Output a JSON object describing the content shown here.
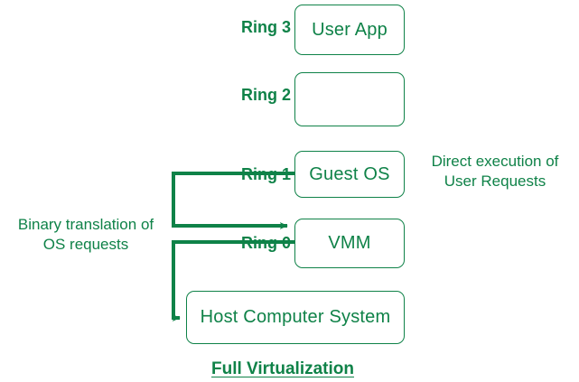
{
  "diagram": {
    "title": "Full Virtualization",
    "accent_color": "#0f8248",
    "background_color": "#ffffff",
    "rings": [
      {
        "label": "Ring 3",
        "box_label": "User App"
      },
      {
        "label": "Ring 2",
        "box_label": ""
      },
      {
        "label": "Ring 1",
        "box_label": "Guest OS"
      },
      {
        "label": "Ring 0",
        "box_label": "VMM"
      }
    ],
    "base_box_label": "Host Computer System",
    "annotations": {
      "left": "Binary translation of\nOS requests",
      "right": "Direct execution of\nUser Requests"
    }
  }
}
